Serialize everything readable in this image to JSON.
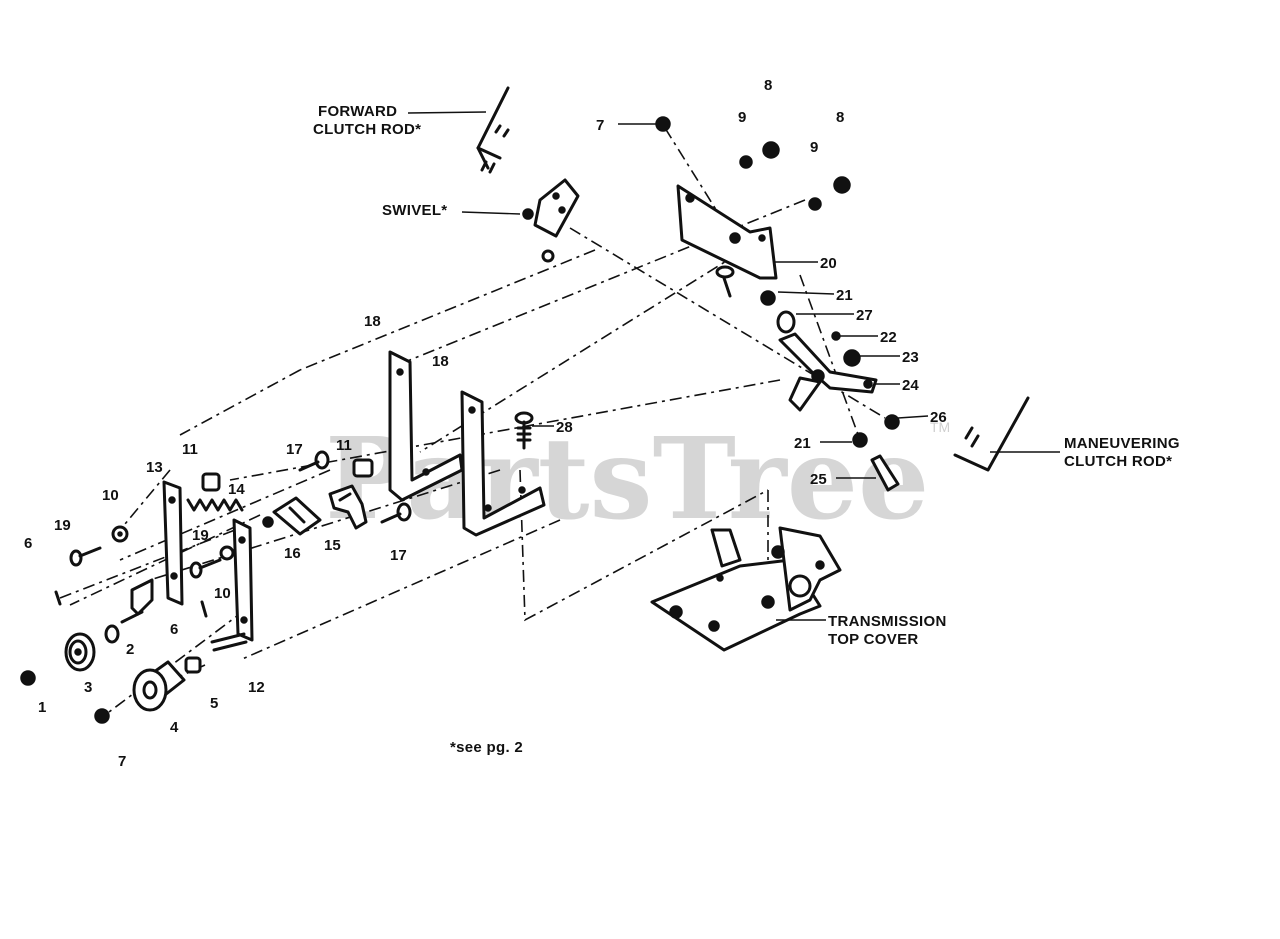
{
  "watermark": {
    "text": "PartsTree",
    "tm": "TM"
  },
  "captions": {
    "forward_clutch_rod": [
      "FORWARD",
      "CLUTCH ROD*"
    ],
    "swivel": "SWIVEL*",
    "maneuvering_clutch_rod": [
      "MANEUVERING",
      "CLUTCH ROD*"
    ],
    "transmission_top_cover": [
      "TRANSMISSION",
      "TOP COVER"
    ],
    "footnote": "*see pg. 2"
  },
  "callouts": [
    {
      "id": "1",
      "text": "1"
    },
    {
      "id": "2",
      "text": "2"
    },
    {
      "id": "3",
      "text": "3"
    },
    {
      "id": "4",
      "text": "4"
    },
    {
      "id": "5",
      "text": "5"
    },
    {
      "id": "6a",
      "text": "6"
    },
    {
      "id": "6b",
      "text": "6"
    },
    {
      "id": "7a",
      "text": "7"
    },
    {
      "id": "7b",
      "text": "7"
    },
    {
      "id": "8a",
      "text": "8"
    },
    {
      "id": "8b",
      "text": "8"
    },
    {
      "id": "9a",
      "text": "9"
    },
    {
      "id": "9b",
      "text": "9"
    },
    {
      "id": "10a",
      "text": "10"
    },
    {
      "id": "10b",
      "text": "10"
    },
    {
      "id": "11a",
      "text": "11"
    },
    {
      "id": "11b",
      "text": "11"
    },
    {
      "id": "12",
      "text": "12"
    },
    {
      "id": "13",
      "text": "13"
    },
    {
      "id": "14",
      "text": "14"
    },
    {
      "id": "15",
      "text": "15"
    },
    {
      "id": "16",
      "text": "16"
    },
    {
      "id": "17a",
      "text": "17"
    },
    {
      "id": "17b",
      "text": "17"
    },
    {
      "id": "18a",
      "text": "18"
    },
    {
      "id": "18b",
      "text": "18"
    },
    {
      "id": "19a",
      "text": "19"
    },
    {
      "id": "19b",
      "text": "19"
    },
    {
      "id": "20",
      "text": "20"
    },
    {
      "id": "21a",
      "text": "21"
    },
    {
      "id": "21b",
      "text": "21"
    },
    {
      "id": "22",
      "text": "22"
    },
    {
      "id": "23",
      "text": "23"
    },
    {
      "id": "24",
      "text": "24"
    },
    {
      "id": "25",
      "text": "25"
    },
    {
      "id": "26",
      "text": "26"
    },
    {
      "id": "27",
      "text": "27"
    },
    {
      "id": "28",
      "text": "28"
    }
  ]
}
